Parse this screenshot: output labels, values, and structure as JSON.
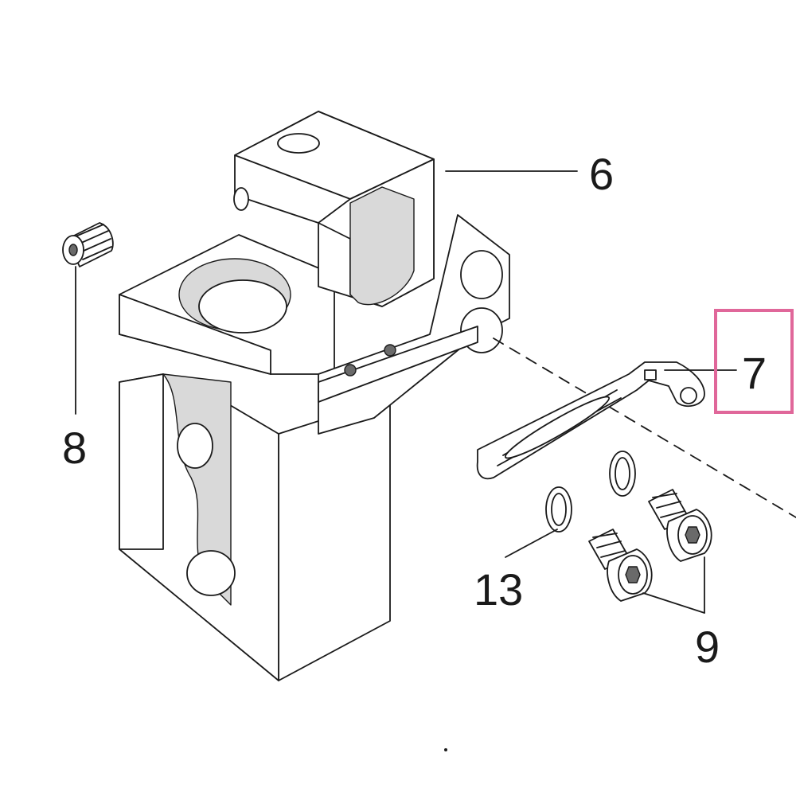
{
  "callouts": {
    "part_6": "6",
    "part_7": "7",
    "part_8": "8",
    "part_9": "9",
    "part_13": "13"
  },
  "highlight": {
    "target": "7",
    "color": "#e0679a"
  }
}
